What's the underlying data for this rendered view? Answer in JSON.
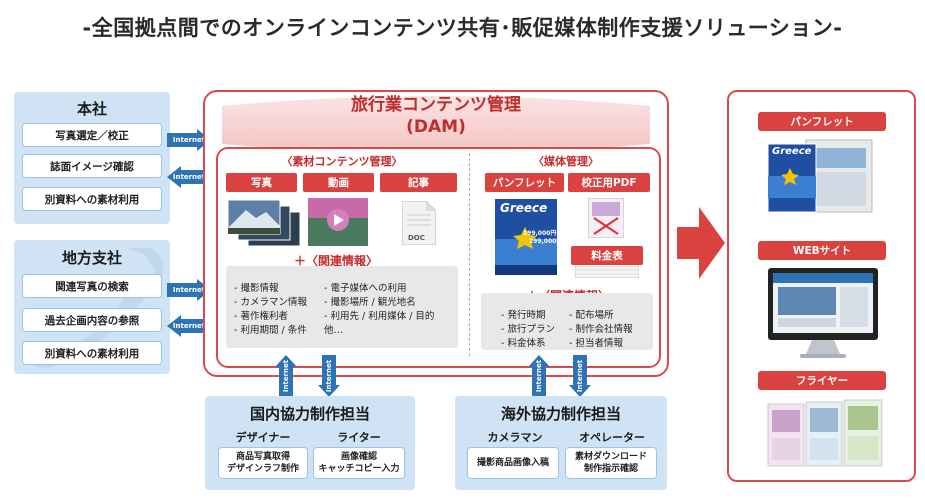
{
  "title": "-全国拠点間でのオンラインコンテンツ共有･販促媒体制作支援ソリューション-",
  "internet_label": "Internet",
  "head_office": {
    "title": "本社",
    "items": [
      "写真選定／校正",
      "誌面イメージ確認",
      "別資料への素材利用"
    ]
  },
  "branch_office": {
    "title": "地方支社",
    "items": [
      "関連写真の検索",
      "過去企画内容の参照",
      "別資料への素材利用"
    ]
  },
  "dam": {
    "title_line1": "旅行業コンテンツ管理",
    "title_line2": "(DAM)",
    "material": {
      "heading": "〈素材コンテンツ管理〉",
      "tabs": [
        "写真",
        "動画",
        "記事"
      ],
      "doc_label": "DOC",
      "related_heading": "＋〈関連情報〉",
      "info_col1": [
        "- 撮影情報",
        "- カメラマン情報",
        "- 著作権利者",
        "- 利用期間 / 条件"
      ],
      "info_col2": [
        "- 電子媒体への利用",
        "- 撮影場所 / 観光地名",
        "- 利用先 / 利用媒体 / 目的",
        "他…"
      ]
    },
    "media_mgmt": {
      "heading": "〈媒体管理〉",
      "tabs": [
        "パンフレット",
        "校正用PDF"
      ],
      "price_table": "料金表",
      "brochure_text": "Greece",
      "brochure_prices": [
        "199,000円～",
        "299,000円"
      ],
      "related_heading": "＋〈関連情報〉",
      "info_col1": [
        "- 発行時期",
        "- 旅行プラン",
        "- 料金体系"
      ],
      "info_col2": [
        "- 配布場所",
        "- 制作会社情報",
        "- 担当者情報"
      ]
    }
  },
  "media_outputs": {
    "items": [
      "パンフレット",
      "WEBサイト",
      "フライヤー"
    ],
    "thumb_text": "Greece"
  },
  "domestic": {
    "title": "国内協力制作担当",
    "roles": [
      {
        "name": "デザイナー",
        "tasks": [
          "商品写真取得",
          "デザインラフ制作"
        ]
      },
      {
        "name": "ライター",
        "tasks": [
          "画像確認",
          "キャッチコピー入力"
        ]
      }
    ]
  },
  "overseas": {
    "title": "海外協力制作担当",
    "roles": [
      {
        "name": "カメラマン",
        "tasks": [
          "撮影商品画像入稿"
        ]
      },
      {
        "name": "オペレーター",
        "tasks": [
          "素材ダウンロード",
          "制作指示確認"
        ]
      }
    ]
  },
  "colors": {
    "accent_red": "#d9423e",
    "office_blue": "#cfe3f5",
    "arrow_blue": "#2e74b5"
  }
}
